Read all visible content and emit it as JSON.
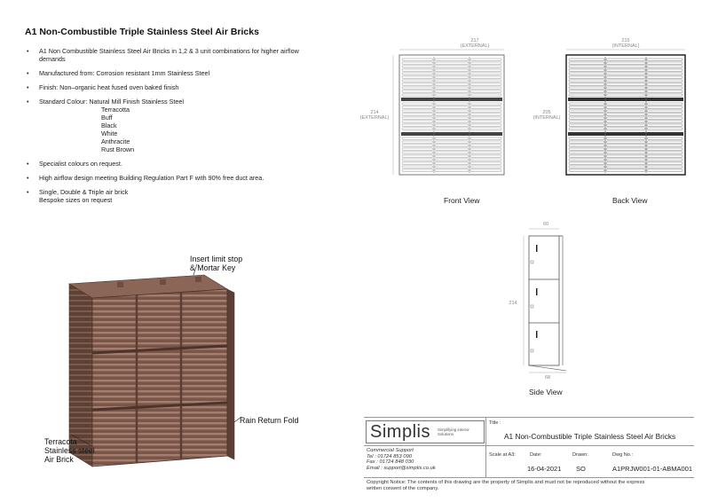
{
  "title": "A1 Non-Combustible Triple Stainless Steel Air Bricks",
  "specs": {
    "s1a": "A1 Non Combustible Stainless Steel Air Bricks in 1,2 & 3 unit combinations for higher airflow",
    "s1b": "demands",
    "s2": "Manufactured from: Corrosion resistant 1mm Stainless Steel",
    "s3": "Finish: Non–organic heat fused oven baked finish",
    "s4_label": "Standard Colour:",
    "colours": [
      "Natural Mill Finish Stainless Steel",
      "Terracotta",
      "Buff",
      "Black",
      "White",
      "Anthracite",
      "Rust Brown"
    ],
    "s5": "Specialist colours on request.",
    "s6": "High airflow design meeting Building Regulation Part F with 90% free duct area.",
    "s7a": "Single, Double & Triple air brick",
    "s7b": "Bespoke sizes on request"
  },
  "callouts": {
    "insert_l1": "Insert limit stop",
    "insert_l2": "& Mortar Key",
    "rain": "Rain Return Fold",
    "terra_l1": "Terracota",
    "terra_l2": "Stainless steel",
    "terra_l3": "Air Brick"
  },
  "views": {
    "front": {
      "label": "Front View",
      "width_val": "217",
      "width_note": "(EXTERNAL)",
      "height_val": "214",
      "height_note": "(EXTERNAL)"
    },
    "back": {
      "label": "Back View",
      "width_val": "215",
      "width_note": "(INTERNAL)",
      "height_val": "205",
      "height_note": "(INTERNAL)"
    },
    "side": {
      "label": "Side View",
      "top_val": "60",
      "height_val": "214",
      "bottom_val": "68"
    }
  },
  "title_block": {
    "logo": "Simplis",
    "tagline_l1": "Simplifying interior",
    "tagline_l2": "Solutions",
    "title_label": "Title :",
    "title_value": "A1 Non-Combustible Triple Stainless Steel Air Bricks",
    "support_l1": "Commercial Support",
    "support_l2": "Tel : 01724 853 090",
    "support_l3": "Fax : 01724 848 030",
    "support_l4": "Email : support@simplis.co.uk",
    "scale_label": "Scale at A3:",
    "date_label": "Date:",
    "drawn_label": "Drawn:",
    "dwg_label": "Dwg No.:",
    "date_value": "16-04-2021",
    "drawn_value": "SO",
    "dwg_value": "A1PRJW001-01-ABMA001",
    "notice_l1": "Copyright Notice: The contents of this drawing are the property of Simplis and must not be reproduced without the express",
    "notice_l2": "written consent of the company."
  },
  "colors": {
    "brick": "#7a5648",
    "brick_dark": "#5b3f34",
    "brick_light": "#9c7768",
    "line": "#555555"
  }
}
